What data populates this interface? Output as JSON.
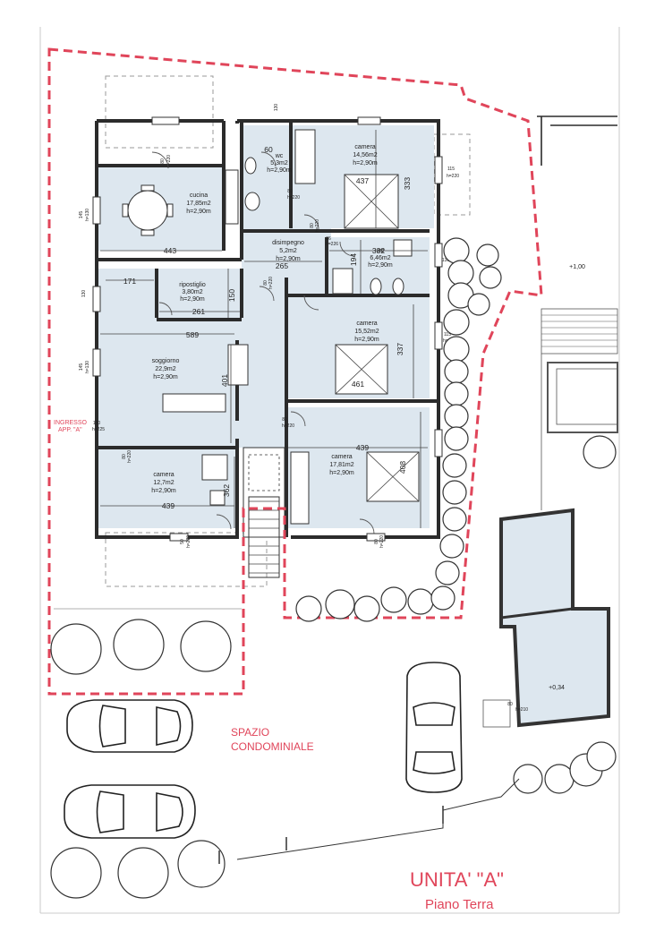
{
  "title": "UNITA' \"A\"",
  "subtitle": "Piano Terra",
  "area_label_line1": "SPAZIO",
  "area_label_line2": "CONDOMINIALE",
  "entrance_line1": "INGRESSO",
  "entrance_line2": "APP. \"A\"",
  "rooms": [
    {
      "name": "cucina",
      "area": "17,85m2",
      "height": "h=2,90m"
    },
    {
      "name": "wc",
      "area": "5,3m2",
      "height": "h=2,90m"
    },
    {
      "name": "camera",
      "area": "14,56m2",
      "height": "h=2,90m"
    },
    {
      "name": "disimpegno",
      "area": "5,2m2",
      "height": "h=2,90m"
    },
    {
      "name": "wc",
      "area": "6,46m2",
      "height": "h=2,90m"
    },
    {
      "name": "ripostiglio",
      "area": "3,80m2",
      "height": "h=2,90m"
    },
    {
      "name": "soggiorno",
      "area": "22,9m2",
      "height": "h=2,90m"
    },
    {
      "name": "camera",
      "area": "15,52m2",
      "height": "h=2,90m"
    },
    {
      "name": "camera",
      "area": "12,7m2",
      "height": "h=2,90m"
    },
    {
      "name": "camera",
      "area": "17,81m2",
      "height": "h=2,90m"
    }
  ],
  "dimensions": [
    "60",
    "437",
    "333",
    "443",
    "265",
    "332",
    "194",
    "171",
    "150",
    "261",
    "589",
    "337",
    "461",
    "401",
    "439",
    "408",
    "439",
    "362"
  ],
  "openings": [
    "130",
    "80",
    "h=220",
    "115",
    "h=220",
    "80",
    "h=220",
    "80",
    "h=220",
    "86",
    "h=226",
    "80",
    "h=220",
    "130",
    "130",
    "115",
    "h=130",
    "100",
    "h=225",
    "80",
    "h=220",
    "50",
    "h=220",
    "80",
    "h=220",
    "80",
    "h=220",
    "80",
    "h=210"
  ],
  "window_labels": [
    "145",
    "h=130",
    "145",
    "h=130",
    "100",
    "h=225"
  ],
  "elevations": [
    "+1,00",
    "+0,34"
  ]
}
